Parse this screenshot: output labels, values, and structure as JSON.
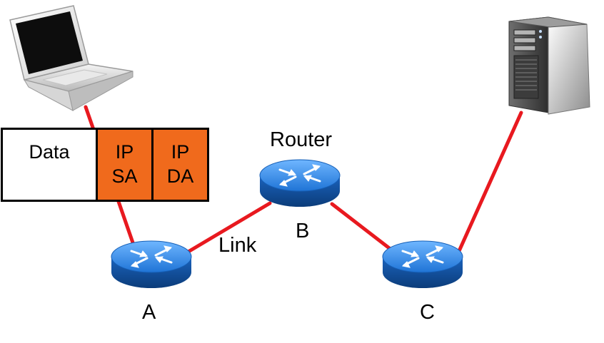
{
  "packet": {
    "data_label": "Data",
    "ip_sa": [
      "IP",
      "SA"
    ],
    "ip_da": [
      "IP",
      "DA"
    ],
    "field_color": "#f06a1c"
  },
  "labels": {
    "router": "Router",
    "link": "Link",
    "node_a": "A",
    "node_b": "B",
    "node_c": "C"
  },
  "link_color": "#e8191f",
  "router_color": "#1f74d6",
  "icons": [
    "laptop-icon",
    "server-icon",
    "router-icon"
  ]
}
